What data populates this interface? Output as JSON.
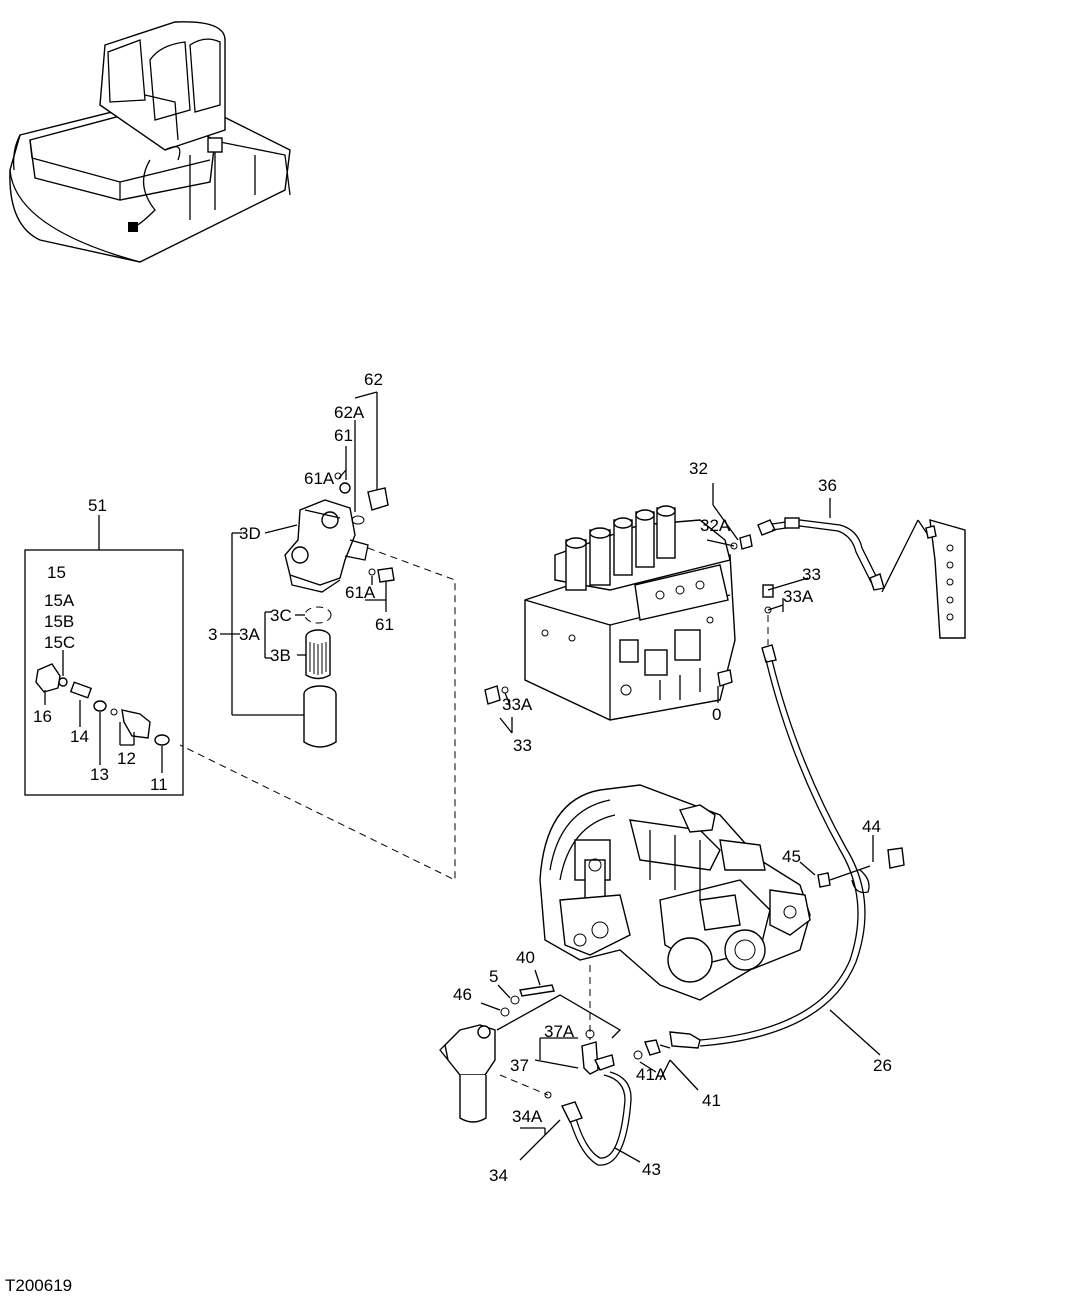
{
  "figure_id": "T200619",
  "callouts": {
    "c62": "62",
    "c62A": "62A",
    "c61": "61",
    "c61A": "61A",
    "c3D": "3D",
    "c3": "3",
    "c3A": "3A",
    "c3C": "3C",
    "c3B": "3B",
    "c61A_b": "61A",
    "c61_b": "61",
    "c51": "51",
    "c15": "15",
    "c15A": "15A",
    "c15B": "15B",
    "c15C": "15C",
    "c16": "16",
    "c14": "14",
    "c13": "13",
    "c12": "12",
    "c11": "11",
    "c32": "32",
    "c32A": "32A",
    "c36": "36",
    "c33": "33",
    "c33A": "33A",
    "c33A_b": "33A",
    "c33_b": "33",
    "c0": "0",
    "c44": "44",
    "c45": "45",
    "c40": "40",
    "c5": "5",
    "c46": "46",
    "c37A": "37A",
    "c37": "37",
    "c41A": "41A",
    "c41": "41",
    "c26": "26",
    "c34A": "34A",
    "c34": "34",
    "c43": "43"
  }
}
